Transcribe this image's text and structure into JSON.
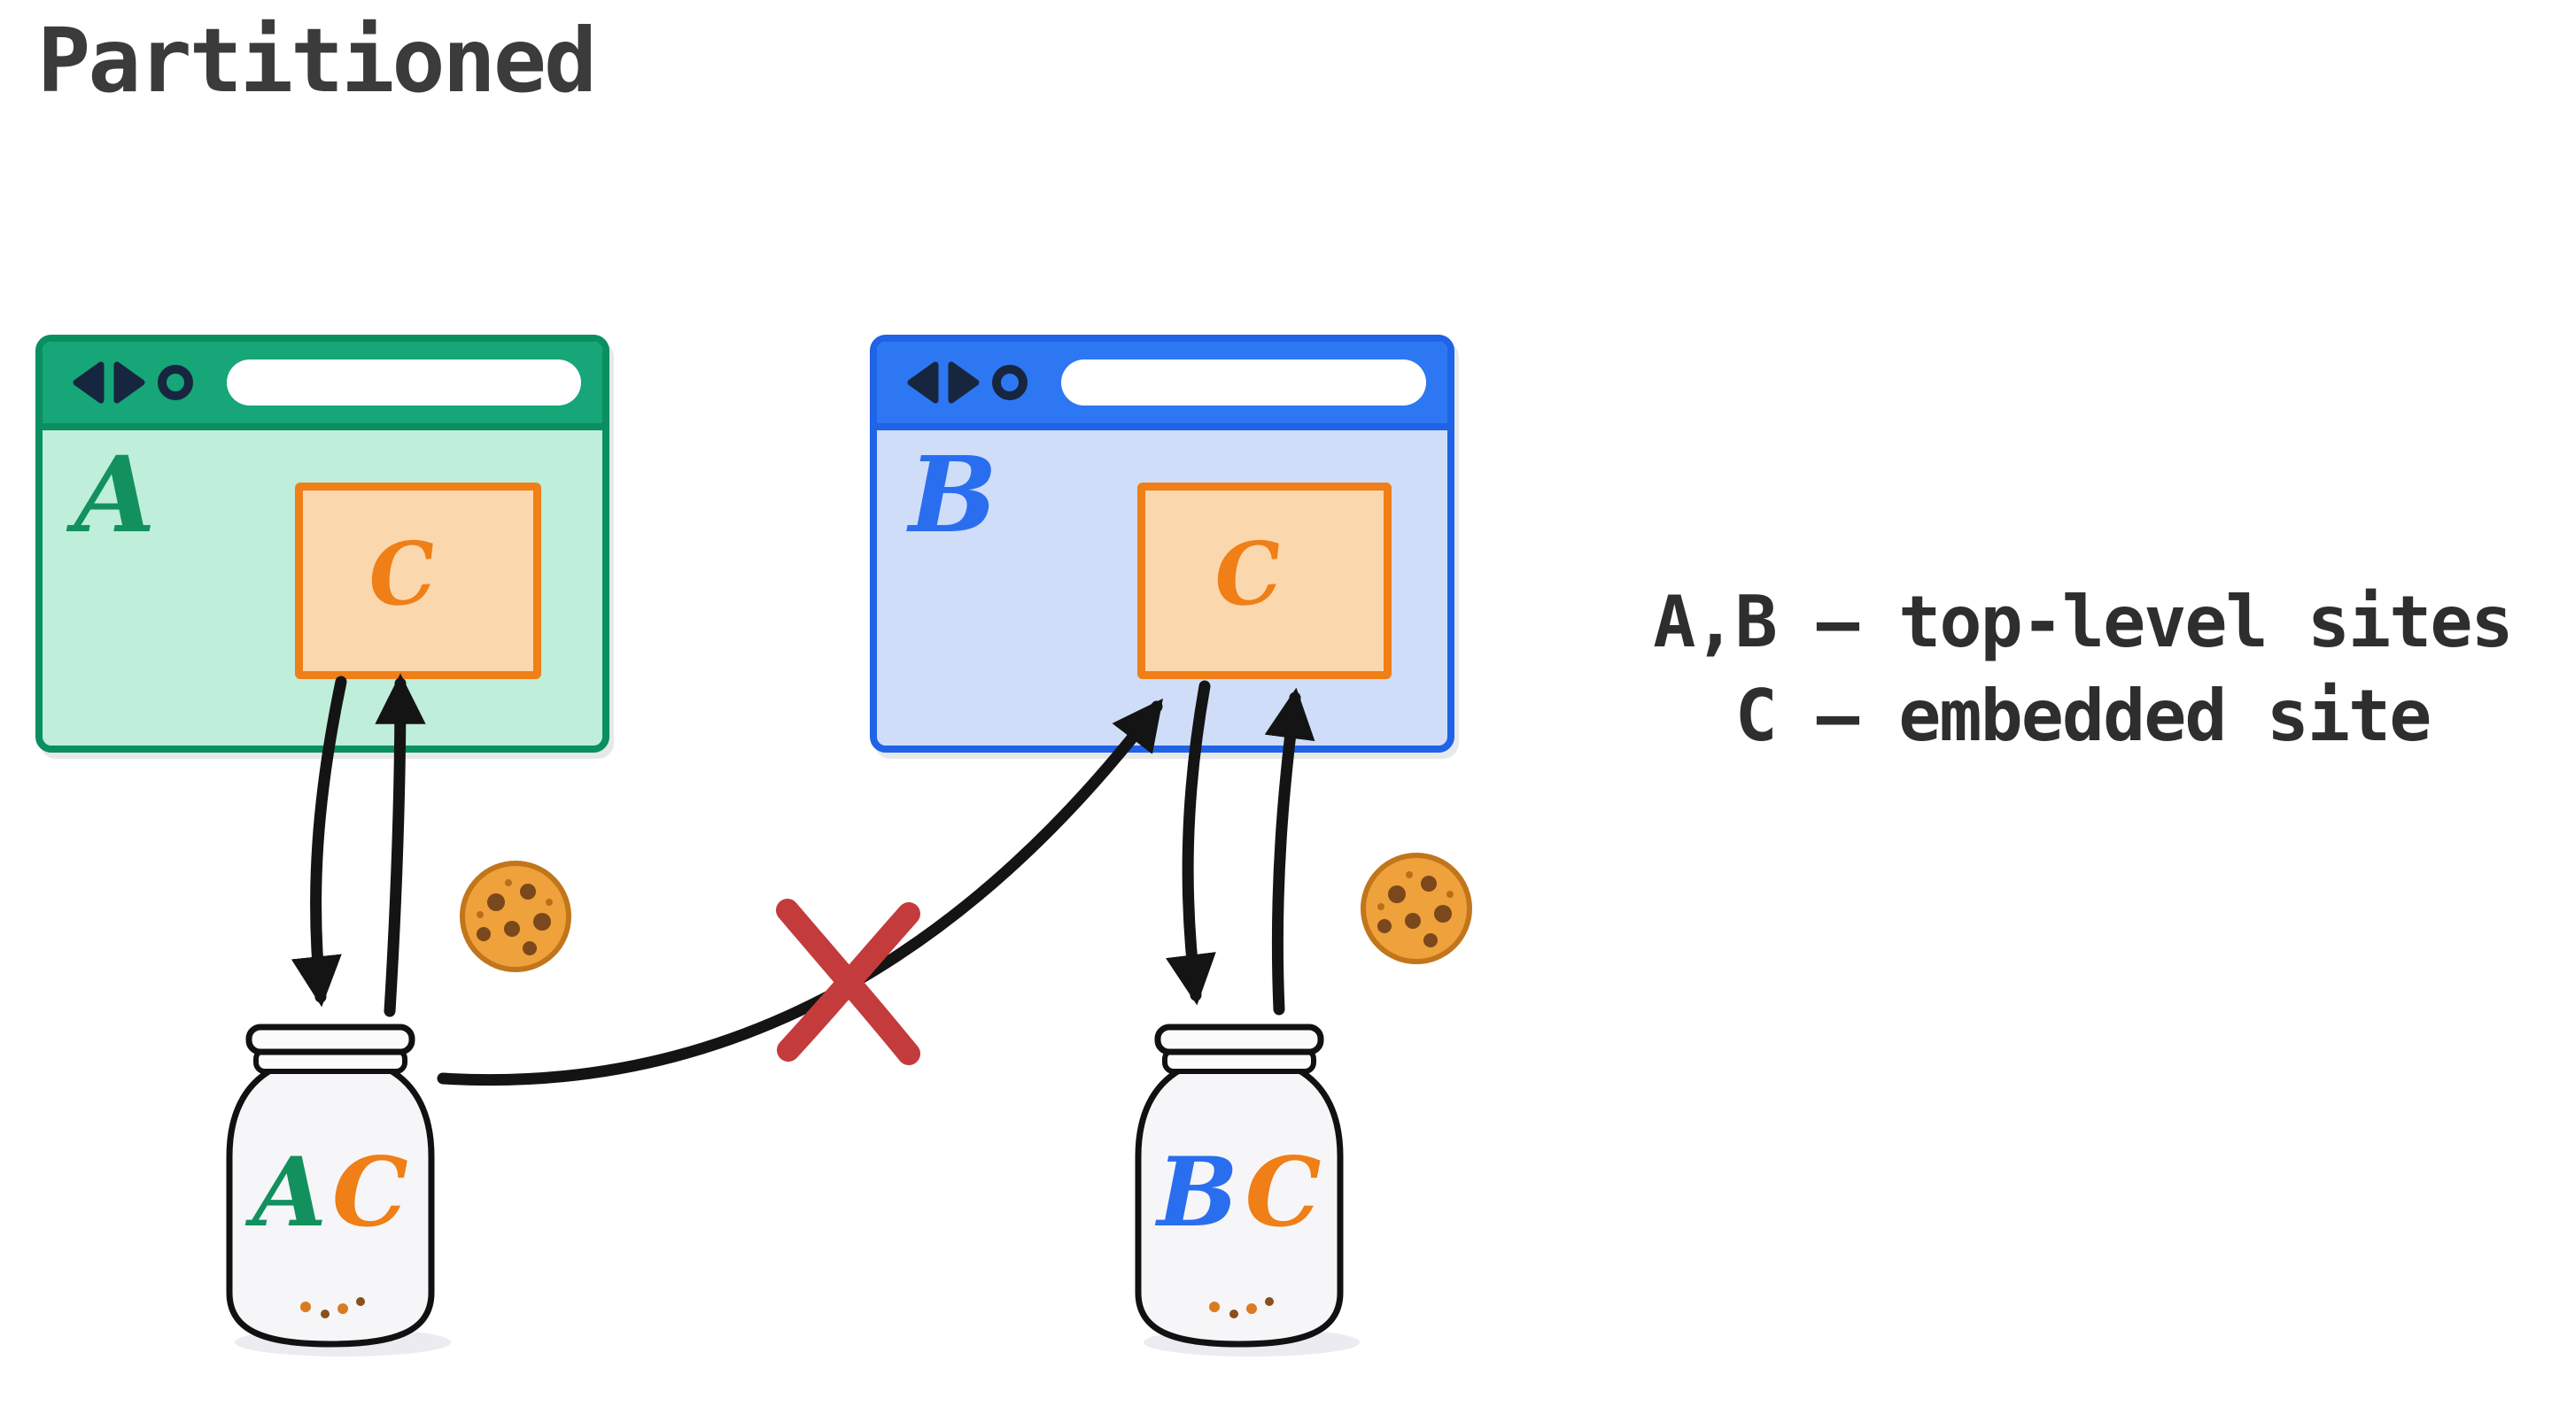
{
  "title": "Partitioned",
  "legend": {
    "line1": "A,B – top-level sites",
    "line2": "C – embedded site"
  },
  "window_a": {
    "label": "A",
    "embed_label": "C"
  },
  "window_b": {
    "label": "B",
    "embed_label": "C"
  },
  "jar_left": {
    "letter1": "A",
    "letter2": "C"
  },
  "jar_right": {
    "letter1": "B",
    "letter2": "C"
  },
  "icons": {
    "back": "left-triangle",
    "forward": "right-triangle",
    "reload": "circular-arrow",
    "cookie": "chocolate-chip-cookie",
    "blocked": "red-x"
  },
  "colors": {
    "site_a_green": "#12915f",
    "green_toolbar": "#16a678",
    "green_border": "#0a8f60",
    "green_body": "#bfeeda",
    "site_b_blue": "#2a6ef0",
    "blue_toolbar": "#2e77f2",
    "blue_border": "#1f63e6",
    "blue_body": "#cfddf9",
    "embed_orange": "#ef7f16",
    "embed_fill": "#fbd7ae",
    "arrow_black": "#141414",
    "blocked_x_red": "#c43b3b",
    "cookie_tan": "#efa13b",
    "title_gray": "#3b3b3b"
  }
}
